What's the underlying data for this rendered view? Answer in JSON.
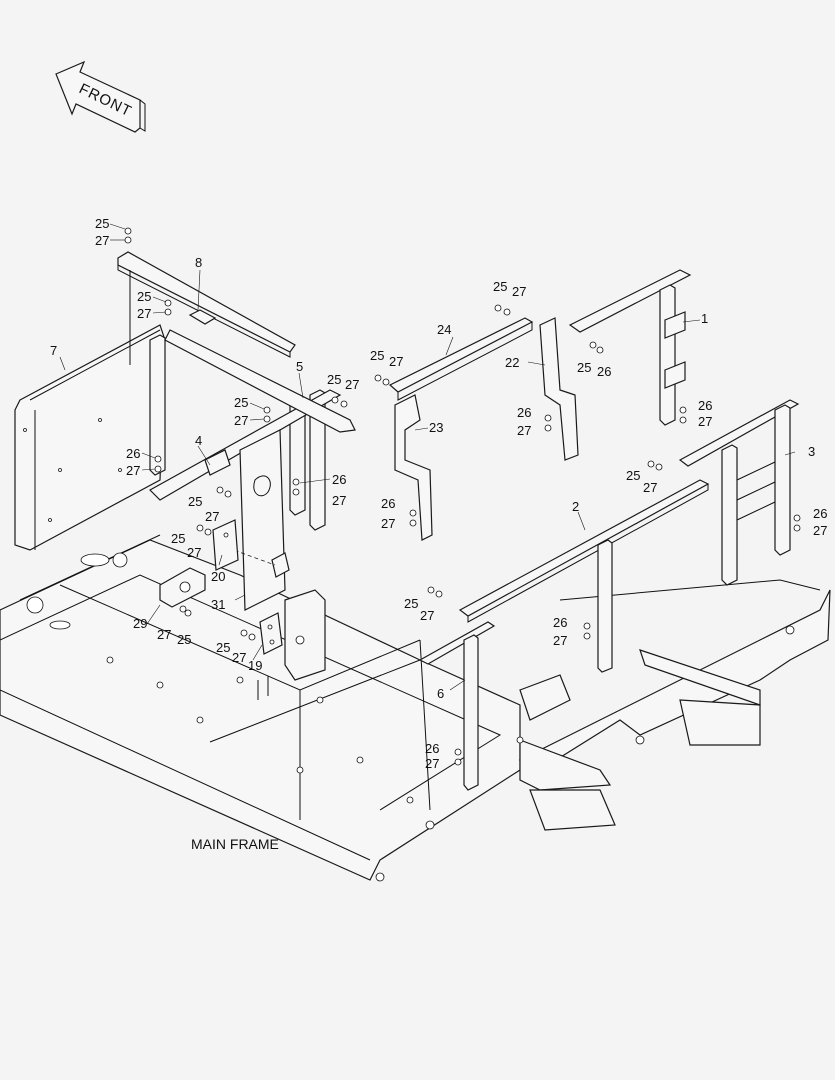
{
  "diagram": {
    "caption_main_frame": "MAIN FRAME",
    "front_arrow_label": "FRONT",
    "callouts": [
      {
        "id": "c1",
        "text": "1"
      },
      {
        "id": "c2",
        "text": "2"
      },
      {
        "id": "c3",
        "text": "3"
      },
      {
        "id": "c4",
        "text": "4"
      },
      {
        "id": "c5",
        "text": "5"
      },
      {
        "id": "c6",
        "text": "6"
      },
      {
        "id": "c7",
        "text": "7"
      },
      {
        "id": "c8",
        "text": "8"
      },
      {
        "id": "c19",
        "text": "19"
      },
      {
        "id": "c20",
        "text": "20"
      },
      {
        "id": "c22",
        "text": "22"
      },
      {
        "id": "c23",
        "text": "23"
      },
      {
        "id": "c24",
        "text": "24"
      },
      {
        "id": "c29",
        "text": "29"
      },
      {
        "id": "c31",
        "text": "31"
      }
    ],
    "fastener_labels": {
      "bolt": "25",
      "bolt_alt": "26",
      "washer": "27"
    }
  }
}
